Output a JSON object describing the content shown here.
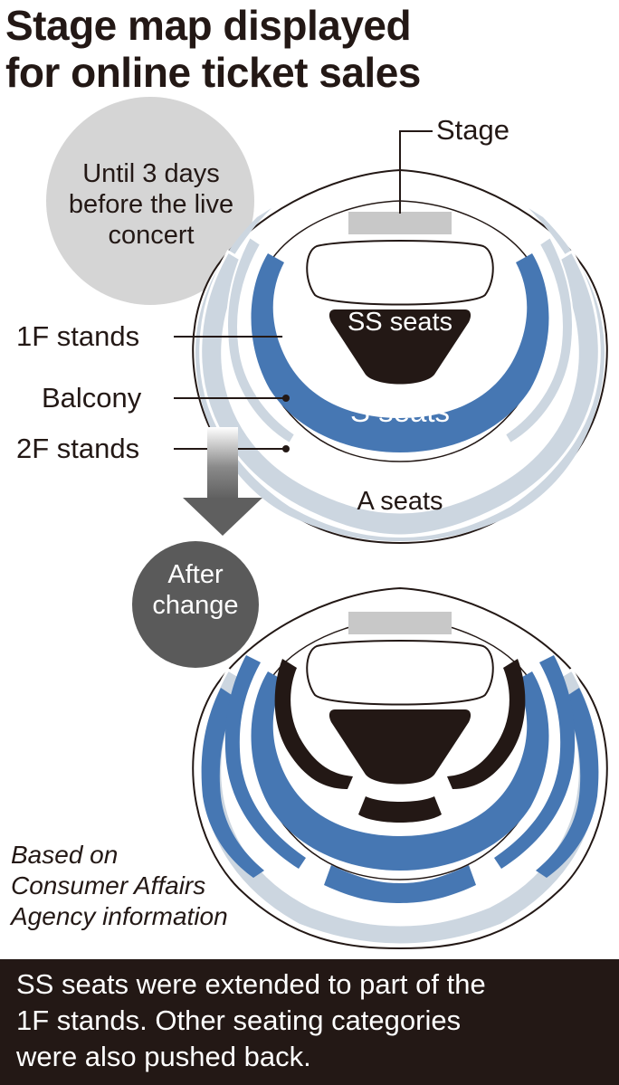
{
  "title": {
    "line1": "Stage map displayed",
    "line2": "for online ticket sales"
  },
  "labels": {
    "stage": "Stage",
    "stand_1f": "1F stands",
    "balcony": "Balcony",
    "stand_2f": "2F stands"
  },
  "before_bubble": {
    "line1": "Until 3 days",
    "line2": "before the live",
    "line3": "concert"
  },
  "after_bubble": {
    "line1": "After",
    "line2": "change"
  },
  "seats": {
    "ss": "SS seats",
    "s": "S seats",
    "a": "A seats"
  },
  "source": {
    "line1": "Based on",
    "line2": "Consumer Affairs",
    "line3": "Agency information"
  },
  "footer": {
    "line1": "SS seats were extended to part of the",
    "line2": "1F stands. Other seating categories",
    "line3": "were also pushed back."
  },
  "colors": {
    "ss_seats": "#231815",
    "s_seats": "#4677b3",
    "a_seats": "#ccd6e0",
    "bubble_before": "#d5d5d5",
    "bubble_after": "#5a5a5a",
    "stage": "#c8c8c8"
  }
}
